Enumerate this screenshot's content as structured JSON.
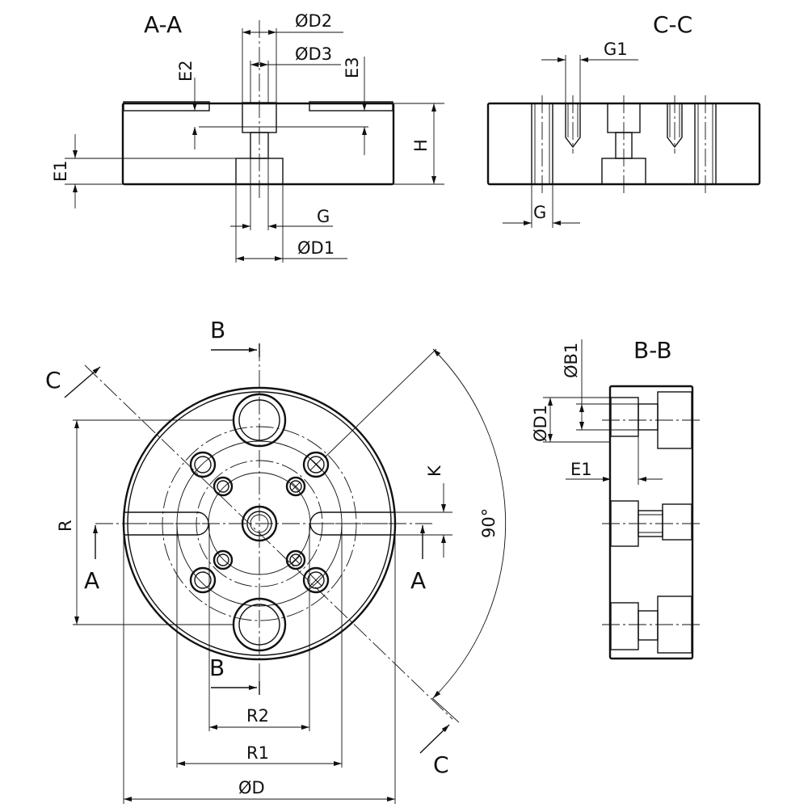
{
  "sections": {
    "aa": {
      "title": "A-A",
      "labels": {
        "d2": "ØD2",
        "d3": "ØD3",
        "e2": "E2",
        "e3": "E3",
        "e1": "E1",
        "h": "H",
        "g": "G",
        "d1": "ØD1"
      }
    },
    "cc": {
      "title": "C-C",
      "labels": {
        "g1": "G1",
        "g": "G"
      }
    },
    "bb": {
      "title": "B-B",
      "labels": {
        "b1": "ØB1",
        "d1": "ØD1",
        "e1": "E1"
      }
    }
  },
  "plan": {
    "labels": {
      "b_top": "B",
      "b_bottom": "B",
      "c_top": "C",
      "c_bottom": "C",
      "a_left": "A",
      "a_right": "A",
      "r": "R",
      "k": "K",
      "angle": "90°",
      "r2": "R2",
      "r1": "R1",
      "d": "ØD"
    }
  },
  "colors": {
    "line": "#111111",
    "background": "#ffffff"
  }
}
